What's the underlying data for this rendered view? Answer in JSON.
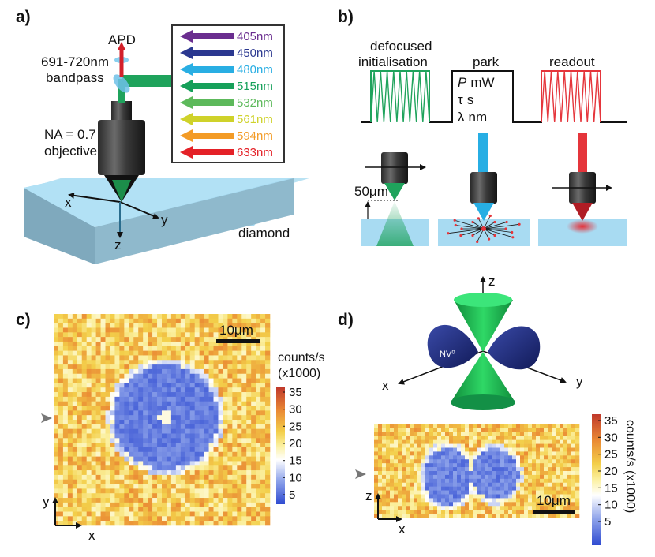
{
  "panels": {
    "a": "a)",
    "b": "b)",
    "c": "c)",
    "d": "d)"
  },
  "panel_a": {
    "apd": "APD",
    "filter_line1": "691-720nm",
    "filter_line2": "bandpass",
    "na_line1": "NA = 0.7",
    "na_line2": "objective",
    "axis_x": "x",
    "axis_y": "y",
    "axis_z": "z",
    "sample": "diamond",
    "lasers": [
      {
        "label": "405nm",
        "color": "#6a2d8f"
      },
      {
        "label": "450nm",
        "color": "#2b3890"
      },
      {
        "label": "480nm",
        "color": "#29aee3"
      },
      {
        "label": "515nm",
        "color": "#16a05a"
      },
      {
        "label": "532nm",
        "color": "#5db95b"
      },
      {
        "label": "561nm",
        "color": "#cfd22a"
      },
      {
        "label": "594nm",
        "color": "#f39b26"
      },
      {
        "label": "633nm",
        "color": "#e42127"
      }
    ]
  },
  "panel_b": {
    "init_line1": "defocused",
    "init_line2": "initialisation",
    "park": "park",
    "readout": "readout",
    "park_p": "P",
    "park_p_unit": "mW",
    "park_tau": "τ",
    "park_tau_unit": "s",
    "park_lambda": "λ",
    "park_lambda_unit": "nm",
    "offset": "50μm",
    "init_color": "#1fa35c",
    "readout_color": "#e5353b",
    "park_beam_color": "#27aee4"
  },
  "panel_c": {
    "scalebar": "10μm",
    "cb_title_line1": "counts/s",
    "cb_title_line2": "(x1000)",
    "cb_ticks": [
      "35",
      "30",
      "25",
      "20",
      "15",
      "10",
      "5"
    ],
    "axis_x": "x",
    "axis_y": "y"
  },
  "panel_d": {
    "axis_z": "z",
    "axis_x": "x",
    "axis_y": "y",
    "lobe_label": "NV⁰",
    "scalebar": "10μm",
    "cb_title": "counts/s (x1000)",
    "cb_ticks": [
      "35",
      "30",
      "25",
      "20",
      "15",
      "10",
      "5"
    ],
    "map_axis_z": "z",
    "map_axis_x": "x",
    "cone_color": "#22c75a",
    "lobe_color": "#1d2a78"
  }
}
